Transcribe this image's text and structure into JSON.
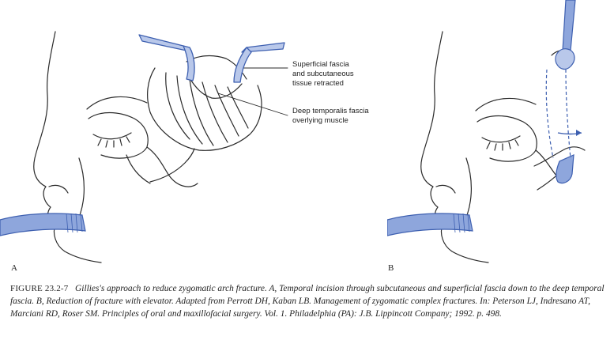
{
  "panels": {
    "a": {
      "letter": "A",
      "callouts": [
        {
          "lines": [
            "Superficial fascia",
            "and subcutaneous",
            "tissue retracted"
          ]
        },
        {
          "lines": [
            "Deep temporalis fascia",
            "overlying muscle"
          ]
        }
      ]
    },
    "b": {
      "letter": "B"
    }
  },
  "caption": {
    "label": "FIGURE 23.2-7",
    "text": "Gillies's approach to reduce zygomatic arch fracture. A, Temporal incision through subcutaneous and superficial fascia down to the deep temporal fascia. B, Reduction of fracture with elevator. Adapted from Perrott DH, Kaban LB. Management of zygomatic complex fractures. In: Peterson LJ, Indresano AT, Marciani RD, Roser SM. Principles of oral and maxillofacial surgery. Vol. 1. Philadelphia (PA): J.B. Lippincott Company; 1992. p. 498."
  },
  "colors": {
    "line_art": "#2a2a2a",
    "instrument_blue": "#3d5fb0",
    "instrument_fill": "#b9c8ea",
    "tube_fill": "#8ea6dc"
  },
  "icons": {
    "illustration_a": "face-with-retracted-temporal-incision-drawing",
    "illustration_b": "face-with-zygomatic-elevator-drawing"
  }
}
